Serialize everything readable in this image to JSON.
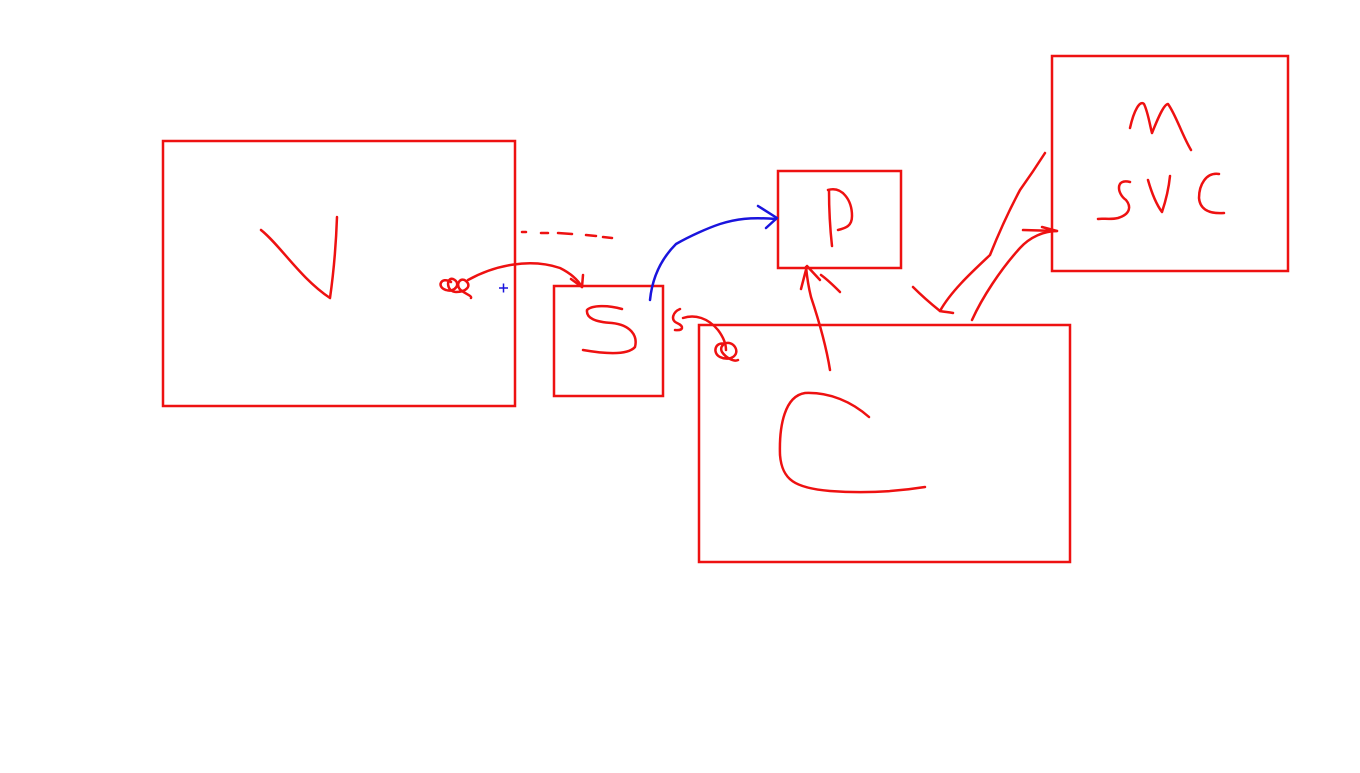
{
  "colors": {
    "background": "#ffffff",
    "red_ink": "#ee1111",
    "blue_ink": "#1a14dd"
  },
  "boxes": [
    {
      "id": "V",
      "handwritten_label": "V"
    },
    {
      "id": "S",
      "handwritten_label": "S"
    },
    {
      "id": "D",
      "handwritten_label": "D"
    },
    {
      "id": "C",
      "handwritten_label": "C"
    },
    {
      "id": "M",
      "handwritten_label": "M SVC"
    }
  ],
  "connectors": [
    {
      "from": "V",
      "to": "S",
      "style": "red arrow"
    },
    {
      "from": "S",
      "to": "D",
      "style": "blue arrow"
    },
    {
      "from": "C",
      "to": "D",
      "style": "red arrow"
    },
    {
      "from": "C",
      "to": "M",
      "style": "red arrow"
    },
    {
      "from": "M",
      "to": "C",
      "style": "red arrow"
    },
    {
      "from": "V",
      "to": "D",
      "style": "red dotted line"
    }
  ],
  "cursor": {
    "icon": "crosshair-cursor-icon"
  }
}
